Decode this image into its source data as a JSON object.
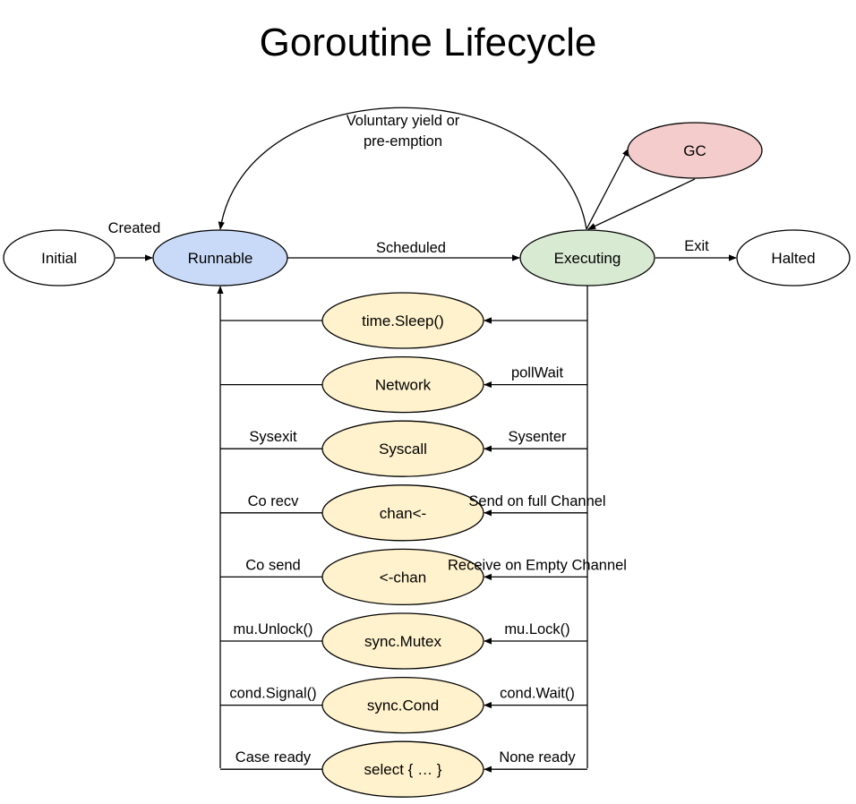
{
  "title": "Goroutine Lifecycle",
  "colors": {
    "runnable": "#c9daf8",
    "executing": "#d9ead3",
    "gc": "#f4cccc",
    "waiting": "#fff2cc",
    "plain": "#ffffff",
    "stroke": "#000000"
  },
  "states": {
    "initial": "Initial",
    "runnable": "Runnable",
    "executing": "Executing",
    "halted": "Halted",
    "gc": "GC"
  },
  "transitions": {
    "created": "Created",
    "scheduled": "Scheduled",
    "exit": "Exit",
    "yield_line1": "Voluntary yield or",
    "yield_line2": "pre-emption"
  },
  "waiting_states": [
    {
      "state": "time.Sleep()",
      "enter": "",
      "leave": ""
    },
    {
      "state": "Network",
      "enter": "pollWait",
      "leave": ""
    },
    {
      "state": "Syscall",
      "enter": "Sysenter",
      "leave": "Sysexit"
    },
    {
      "state": "chan<-",
      "enter": "Send on full Channel",
      "leave": "Co recv"
    },
    {
      "state": "<-chan",
      "enter": "Receive on Empty Channel",
      "leave": "Co send"
    },
    {
      "state": "sync.Mutex",
      "enter": "mu.Lock()",
      "leave": "mu.Unlock()"
    },
    {
      "state": "sync.Cond",
      "enter": "cond.Wait()",
      "leave": "cond.Signal()"
    },
    {
      "state": "select { … }",
      "enter": "None ready",
      "leave": "Case ready"
    }
  ]
}
